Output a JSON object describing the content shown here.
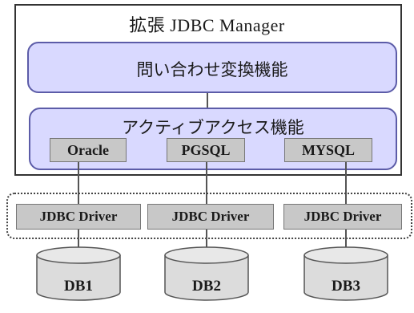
{
  "title": "拡張 JDBC Manager",
  "query_function": "問い合わせ変換機能",
  "active_access_function": "アクティブアクセス機能",
  "adapters": [
    "Oracle",
    "PGSQL",
    "MYSQL"
  ],
  "drivers": [
    "JDBC Driver",
    "JDBC Driver",
    "JDBC Driver"
  ],
  "databases": [
    "DB1",
    "DB2",
    "DB3"
  ],
  "colors": {
    "function_fill": "#d9d9ff",
    "function_border": "#5c5ca8",
    "box_fill": "#c8c8c8",
    "db_fill": "#dcdcdc"
  }
}
